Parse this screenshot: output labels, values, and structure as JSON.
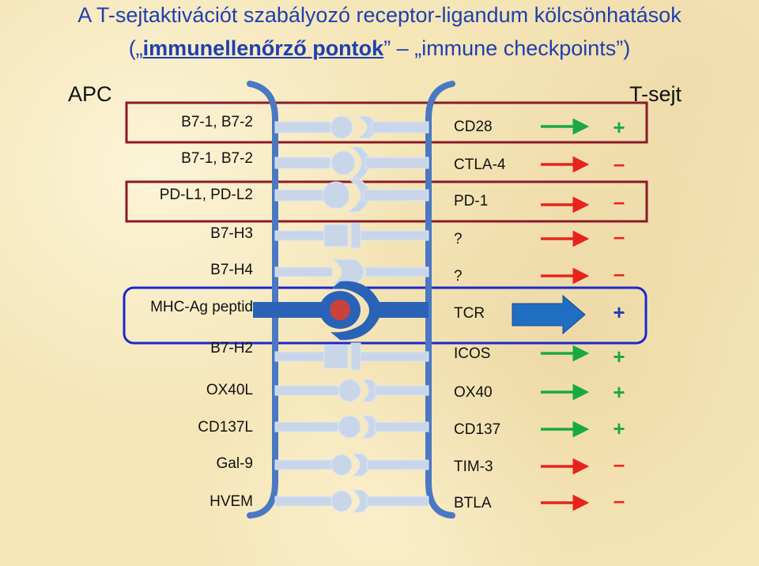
{
  "title": {
    "line1": "A T-sejtaktivációt szabályozó receptor-ligandum kölcsönhatások",
    "line2_open": "(„",
    "line2_emph": "immunellenőrző pontok",
    "line2_mid": "” – „immune checkpoints”)"
  },
  "apc_label": "APC",
  "tcell_label": "T-sejt",
  "pairs": [
    {
      "ligand": "B7-1, B7-2",
      "receptor": "CD28",
      "sign": "+",
      "color": "#1aa845"
    },
    {
      "ligand": "B7-1, B7-2",
      "receptor": "CTLA-4",
      "sign": "–",
      "color": "#e8231c"
    },
    {
      "ligand": "PD-L1, PD-L2",
      "receptor": "PD-1",
      "sign": "–",
      "color": "#e8231c"
    },
    {
      "ligand": "B7-H3",
      "receptor": "?",
      "sign": "–",
      "color": "#e8231c"
    },
    {
      "ligand": "B7-H4",
      "receptor": "?",
      "sign": "–",
      "color": "#e8231c"
    },
    {
      "ligand": "MHC-Ag peptid",
      "receptor": "TCR",
      "sign": "+",
      "color": "#1f3fb0"
    },
    {
      "ligand": "B7-H2",
      "receptor": "ICOS",
      "sign": "+",
      "color": "#1aa845"
    },
    {
      "ligand": "OX40L",
      "receptor": "OX40",
      "sign": "+",
      "color": "#1aa845"
    },
    {
      "ligand": "CD137L",
      "receptor": "CD137",
      "sign": "+",
      "color": "#1aa845"
    },
    {
      "ligand": "Gal-9",
      "receptor": "TIM-3",
      "sign": "–",
      "color": "#e8231c"
    },
    {
      "ligand": "HVEM",
      "receptor": "BTLA",
      "sign": "–",
      "color": "#e8231c"
    }
  ],
  "colors": {
    "title": "#1f3fb0",
    "membrane": "#4a78c2",
    "shape_fill": "#c9d6ea",
    "frame_dark_red": "#8b1a2a",
    "frame_blue": "#1a28d0",
    "tcr_fill": "#2a62b8",
    "mhc_peptide": "#c9423a"
  },
  "icons": {
    "activating": "green-arrow-icon",
    "inhibitory": "red-arrow-icon",
    "tcr": "blue-block-arrow-icon"
  }
}
